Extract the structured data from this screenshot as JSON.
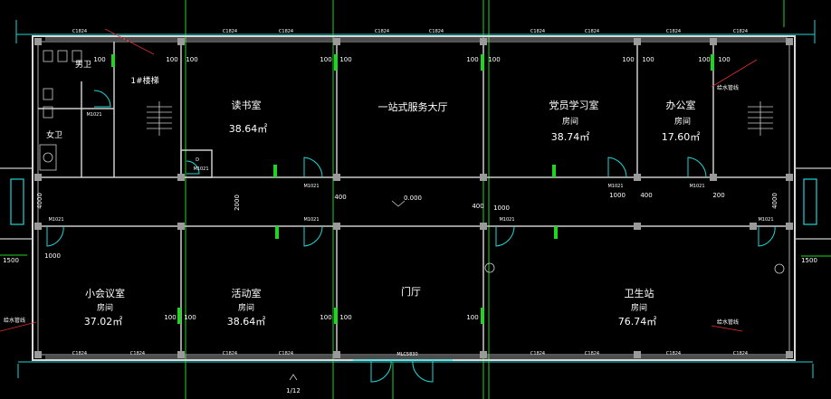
{
  "rooms": {
    "reading": {
      "name": "读书室",
      "area": "38.64㎡"
    },
    "service_hall": {
      "name": "一站式服务大厅"
    },
    "party_study": {
      "name": "党员学习室",
      "sub": "房间",
      "area": "38.74㎡"
    },
    "office": {
      "name": "办公室",
      "sub": "房间",
      "area": "17.60㎡"
    },
    "meeting": {
      "name": "小会议室",
      "sub": "房间",
      "area": "37.02㎡"
    },
    "activity": {
      "name": "活动室",
      "sub": "房间",
      "area": "38.64㎡"
    },
    "lobby": {
      "name": "门厅"
    },
    "clinic": {
      "name": "卫生站",
      "sub": "房间",
      "area": "76.74㎡"
    },
    "male_wc": {
      "name": "男卫"
    },
    "female_wc": {
      "name": "女卫"
    },
    "stair": {
      "name": "1#楼梯"
    }
  },
  "labels": {
    "level": "0.000",
    "grid_mark": "1/12",
    "left_wing_dim": "1500",
    "right_wing_dim": "1500",
    "corridor_dim": "2000",
    "door_code": "M1021",
    "window_code": "C1824",
    "main_door_code": "MLC5830",
    "dim_100": "100",
    "dim_1000": "1000",
    "dim_400": "400",
    "dim_200": "200",
    "left_side_dim": "4000",
    "right_side_dim": "4000",
    "pipe_note": "给水管线",
    "small_room_code": "D"
  }
}
